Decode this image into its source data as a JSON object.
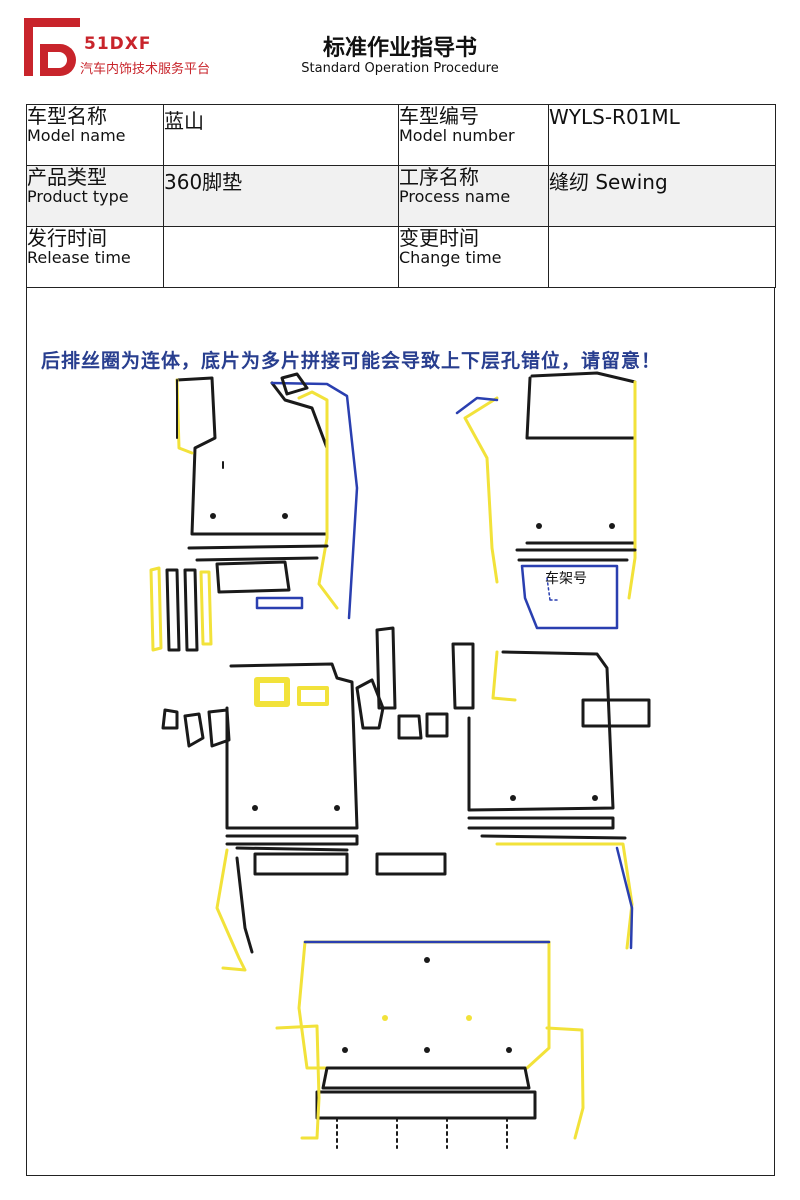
{
  "header": {
    "brand": "51DXF",
    "brand_sub": "汽车内饰技术服务平台",
    "title": "标准作业指导书",
    "subtitle": "Standard Operation Procedure"
  },
  "info_table": {
    "model_name_zh": "车型名称",
    "model_name_en": "Model name",
    "model_name_value": "蓝山",
    "model_number_zh": "车型编号",
    "model_number_en": "Model number",
    "model_number_value": "WYLS-R01ML",
    "product_type_zh": "产品类型",
    "product_type_en": "Product type",
    "product_type_value": "360脚垫",
    "process_name_zh": "工序名称",
    "process_name_en": "Process name",
    "process_name_value": "缝纫 Sewing",
    "release_time_zh": "发行时间",
    "release_time_en": "Release time",
    "release_time_value": "",
    "change_time_zh": "变更时间",
    "change_time_en": "Change time",
    "change_time_value": ""
  },
  "drawing": {
    "notice": "后排丝圈为连体，底片为多片拼接可能会导致上下层孔错位，请留意！",
    "frame_label": "车架号"
  },
  "colors": {
    "brand_red": "#c8242b",
    "notice_blue": "#283e8f",
    "outline_black": "#1a1a1a",
    "edge_yellow": "#f2e23a",
    "edge_blue": "#2a3fb0"
  }
}
